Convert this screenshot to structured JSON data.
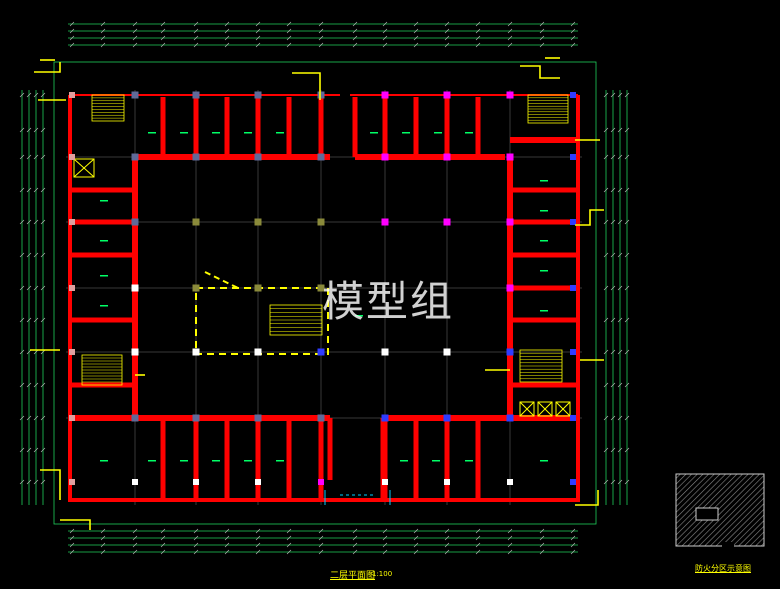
{
  "watermark": "模型组",
  "drawing": {
    "title": "二层平面图",
    "scale": "1:100"
  },
  "inset": {
    "title": "防火分区示意图"
  },
  "colors": {
    "background": "#000000",
    "wall": "#ff0000",
    "dimension": "#00ff66",
    "dimension_text": "#dddddd",
    "column_gray": "#606a99",
    "column_olive": "#8a8a3a",
    "column_magenta": "#ff00ff",
    "column_blue": "#2f3cff",
    "highlight": "#ffff00",
    "axis": "#ffffff",
    "inset_hatch": "#8a8a8a"
  }
}
